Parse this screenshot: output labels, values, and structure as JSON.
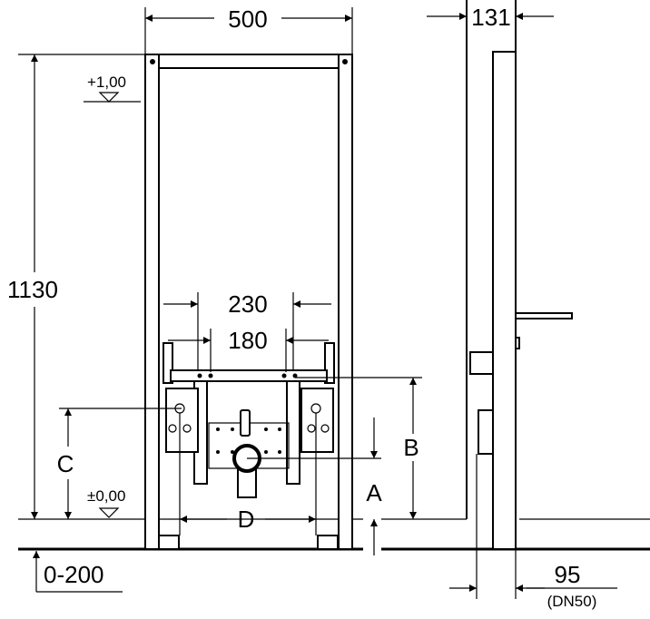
{
  "drawing": {
    "front_view": {
      "width_dim": "500",
      "height_dim": "1130",
      "level_top": "+1,00",
      "level_zero": "±0,00",
      "floor_adjust": "0-200",
      "spacing_outer": "230",
      "spacing_inner": "180",
      "label_a": "A",
      "label_b": "B",
      "label_c": "C",
      "label_d": "D"
    },
    "side_view": {
      "depth_dim": "131",
      "drain_dim": "95",
      "drain_size": "(DN50)"
    }
  }
}
